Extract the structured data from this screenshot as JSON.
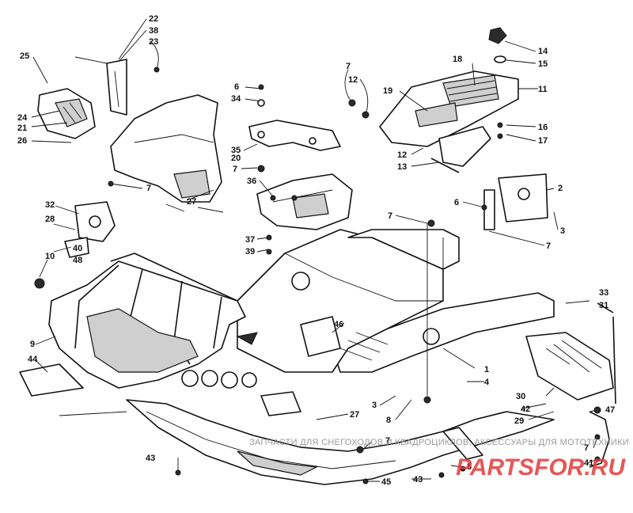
{
  "callouts": {
    "c1": "1",
    "c2": "2",
    "c3a": "3",
    "c3b": "3",
    "c4": "4",
    "c5": "5",
    "c6a": "6",
    "c6b": "6",
    "c7a": "7",
    "c7b": "7",
    "c7c": "7",
    "c7d": "7",
    "c7e": "7",
    "c7f": "7",
    "c7g": "7",
    "c8": "8",
    "c9": "9",
    "c10": "10",
    "c11": "11",
    "c12a": "12",
    "c12b": "12",
    "c13": "13",
    "c14": "14",
    "c15": "15",
    "c16": "16",
    "c17": "17",
    "c18": "18",
    "c19": "19",
    "c20": "20",
    "c21": "21",
    "c22": "22",
    "c23": "23",
    "c24": "24",
    "c25": "25",
    "c26": "26",
    "c27a": "27",
    "c27b": "27",
    "c28": "28",
    "c29": "29",
    "c30": "30",
    "c31": "31",
    "c32": "32",
    "c33": "33",
    "c34": "34",
    "c35": "35",
    "c36": "36",
    "c37": "37",
    "c38": "38",
    "c39": "39",
    "c40": "40",
    "c41": "41",
    "c42": "42",
    "c43a": "43",
    "c43b": "43",
    "c44": "44",
    "c45": "45",
    "c46": "46",
    "c47": "47",
    "c48": "48"
  },
  "watermark": {
    "caption": "ЗАПЧАСТИ ДЛЯ СНЕГОХОДОВ И КВАДРОЦИКЛОВ, АКСЕССУАРЫ ДЛЯ МОТОТЕХНИКИ",
    "logo": "PARTSFOR.RU"
  }
}
